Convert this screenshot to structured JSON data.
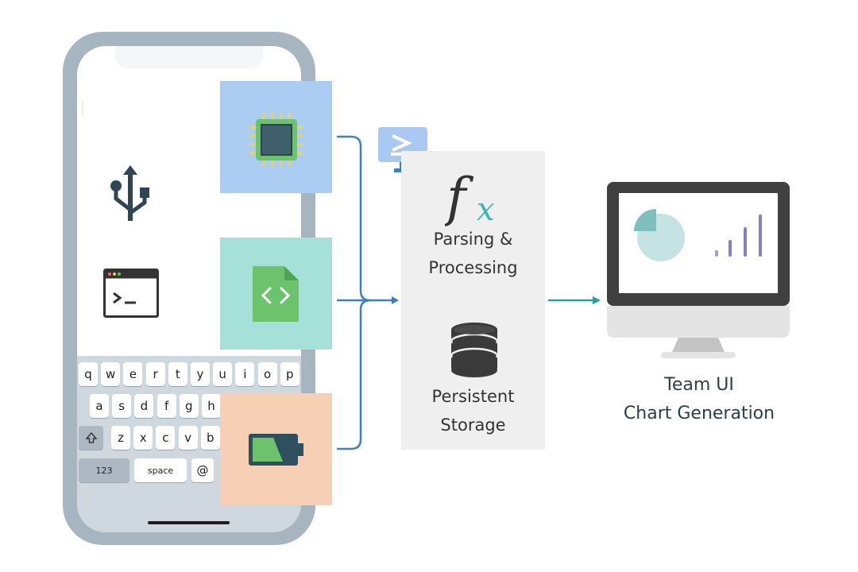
{
  "keyboard": {
    "row1": [
      "q",
      "w",
      "e",
      "r",
      "t",
      "y",
      "u",
      "i",
      "o",
      "p"
    ],
    "row2": [
      "a",
      "s",
      "d",
      "f",
      "g",
      "h"
    ],
    "row3": [
      "z",
      "x",
      "c",
      "v",
      "b"
    ],
    "numbers_key": "123",
    "space_key": "space",
    "at_key": "@"
  },
  "process": {
    "function_symbol": "f",
    "function_subscript": "x",
    "parsing_line1": "Parsing &",
    "parsing_line2": "Processing",
    "storage_line1": "Persistent",
    "storage_line2": "Storage"
  },
  "output": {
    "line1": "Team UI",
    "line2": "Chart Generation"
  },
  "colors": {
    "phone_frame": "#a7b5c1",
    "chip_tile": "#abcdf2",
    "code_tile": "#a5e1d9",
    "battery_tile": "#f6cfb5",
    "arrow_blue": "#3b82c4",
    "arrow_teal": "#2aa198",
    "pie_teal": "#7fc0bf"
  },
  "icons": [
    "usb-icon",
    "terminal-icon",
    "cpu-chip-icon",
    "code-file-icon",
    "battery-icon",
    "console-monitor-icon",
    "function-icon",
    "database-icon",
    "desktop-monitor-icon",
    "pie-chart-icon",
    "bar-chart-icon",
    "shift-key-icon"
  ]
}
